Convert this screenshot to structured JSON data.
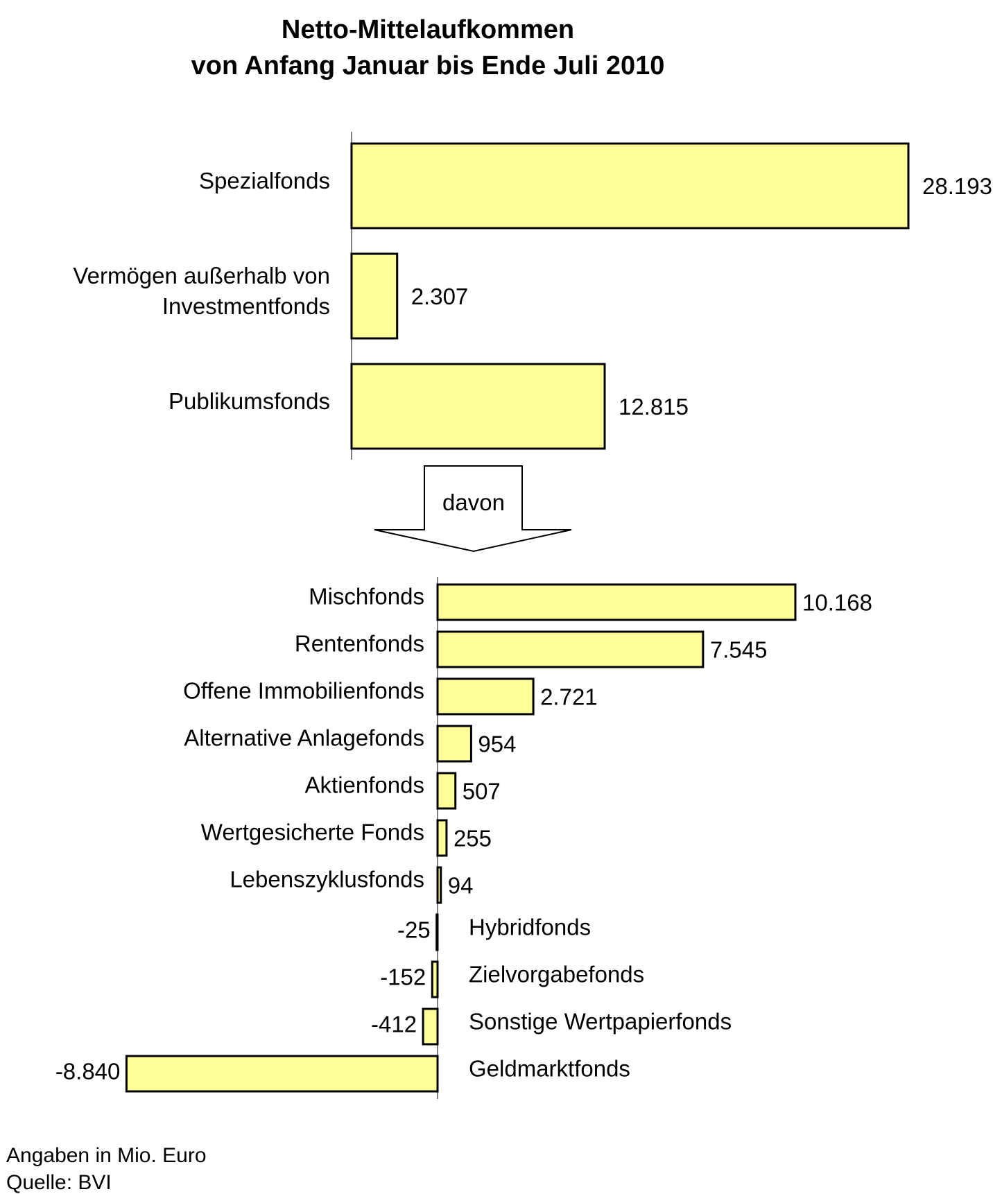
{
  "chart_data": [
    {
      "type": "bar",
      "orientation": "horizontal",
      "title": "Netto-Mittelaufkommen",
      "subtitle": "von Anfang Januar bis Ende Juli 2010",
      "categories": [
        "Spezialfonds",
        "Vermögen außerhalb von Investmentfonds",
        "Publikumsfonds"
      ],
      "category_lines": [
        [
          "Spezialfonds"
        ],
        [
          "Vermögen außerhalb von",
          "Investmentfonds"
        ],
        [
          "Publikumsfonds"
        ]
      ],
      "values": [
        28193,
        2307,
        12815
      ],
      "value_labels": [
        "28.193",
        "2.307",
        "12.815"
      ],
      "bar_color": "#FFFF99",
      "unit": "Mio. Euro"
    },
    {
      "type": "bar",
      "orientation": "horizontal",
      "connector_label": "davon",
      "categories": [
        "Mischfonds",
        "Rentenfonds",
        "Offene Immobilienfonds",
        "Alternative Anlagefonds",
        "Aktienfonds",
        "Wertgesicherte Fonds",
        "Lebenszyklusfonds",
        "Hybridfonds",
        "Zielvorgabefonds",
        "Sonstige Wertpapierfonds",
        "Geldmarktfonds"
      ],
      "values": [
        10168,
        7545,
        2721,
        954,
        507,
        255,
        94,
        -25,
        -152,
        -412,
        -8840
      ],
      "value_labels": [
        "10.168",
        "7.545",
        "2.721",
        "954",
        "507",
        "255",
        "94",
        "-25",
        "-152",
        "-412",
        "-8.840"
      ],
      "bar_color": "#FFFF99",
      "unit": "Mio. Euro"
    }
  ],
  "footer": {
    "note": "Angaben in Mio. Euro",
    "source": "Quelle: BVI"
  }
}
